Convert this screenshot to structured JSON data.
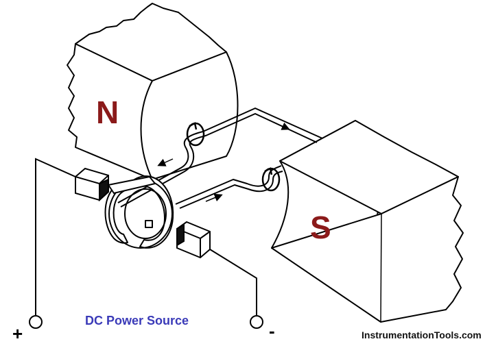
{
  "labels": {
    "north_pole": "N",
    "south_pole": "S",
    "caption": "DC Power Source",
    "positive_terminal": "+",
    "negative_terminal": "-",
    "watermark": "InstrumentationTools.com"
  },
  "colors": {
    "pole_letter": "#8b1a1a",
    "caption": "#3a3ab8",
    "line": "#000000",
    "background": "#ffffff"
  }
}
